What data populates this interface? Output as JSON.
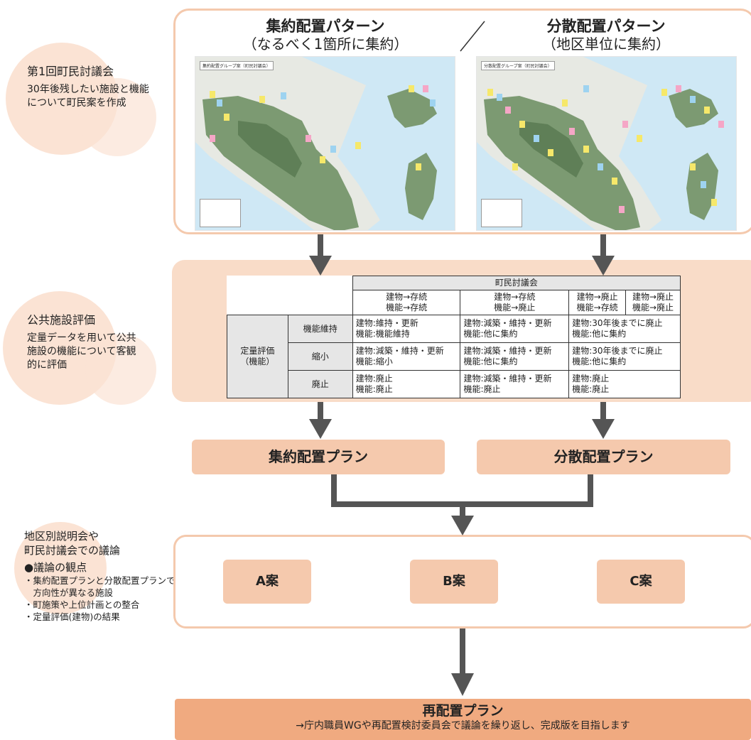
{
  "left": {
    "step1": {
      "title": "第1回町民討議会",
      "desc": [
        "30年後残したい施設と機能",
        "について町民案を作成"
      ]
    },
    "step2": {
      "title": "公共施設評価",
      "desc": [
        "定量データを用いて公共",
        "施設の機能について客観",
        "的に評価"
      ]
    },
    "step3": {
      "title": [
        "地区別説明会や",
        "町民討議会での議論"
      ],
      "bullet_title": "●議論の観点",
      "bullets": [
        "・集約配置プランと分散配置プランで",
        "　方向性が異なる施設",
        "・町施策や上位計画との整合",
        "・定量評価(建物)の結果"
      ]
    }
  },
  "patterns": {
    "left": {
      "title": "集約配置パターン",
      "sub": "（なるべく1箇所に集約）",
      "map_header": "集約配置グループ案（町民討議会）"
    },
    "right": {
      "title": "分散配置パターン",
      "sub": "（地区単位に集約）",
      "map_header": "分散配置グループ案（町民討議会）"
    }
  },
  "table": {
    "group_header": "町民討議会",
    "col_headers": [
      [
        "建物→存続",
        "機能→存続"
      ],
      [
        "建物→存続",
        "機能→廃止"
      ],
      [
        "建物→廃止",
        "機能→存続"
      ],
      [
        "建物→廃止",
        "機能→廃止"
      ]
    ],
    "row_group": [
      "定量評価",
      "（機能）"
    ],
    "rows": [
      {
        "label": "機能維持",
        "cells": [
          [
            "建物:維持・更新",
            "機能:機能維持"
          ],
          [
            "建物:減築・維持・更新",
            "機能:他に集約"
          ],
          [
            "建物:30年後までに廃止",
            "機能:他に集約"
          ]
        ]
      },
      {
        "label": "縮小",
        "cells": [
          [
            "建物:減築・維持・更新",
            "機能:縮小"
          ],
          [
            "建物:減築・維持・更新",
            "機能:他に集約"
          ],
          [
            "建物:30年後までに廃止",
            "機能:他に集約"
          ]
        ]
      },
      {
        "label": "廃止",
        "cells": [
          [
            "建物:廃止",
            "機能:廃止"
          ],
          [
            "建物:減築・維持・更新",
            "機能:廃止"
          ],
          [
            "建物:廃止",
            "機能:廃止"
          ]
        ]
      }
    ]
  },
  "plans": {
    "left": "集約配置プラン",
    "right": "分散配置プラン"
  },
  "cases": [
    "A案",
    "B案",
    "C案"
  ],
  "final": {
    "title": "再配置プラン",
    "sub": "→庁内職員WGや再配置検討委員会で議論を繰り返し、完成版を目指します"
  },
  "colors": {
    "accent_light": "#f9dcc8",
    "accent": "#f5c9ad",
    "accent_dark": "#f0aa80",
    "arrow": "#555555"
  }
}
